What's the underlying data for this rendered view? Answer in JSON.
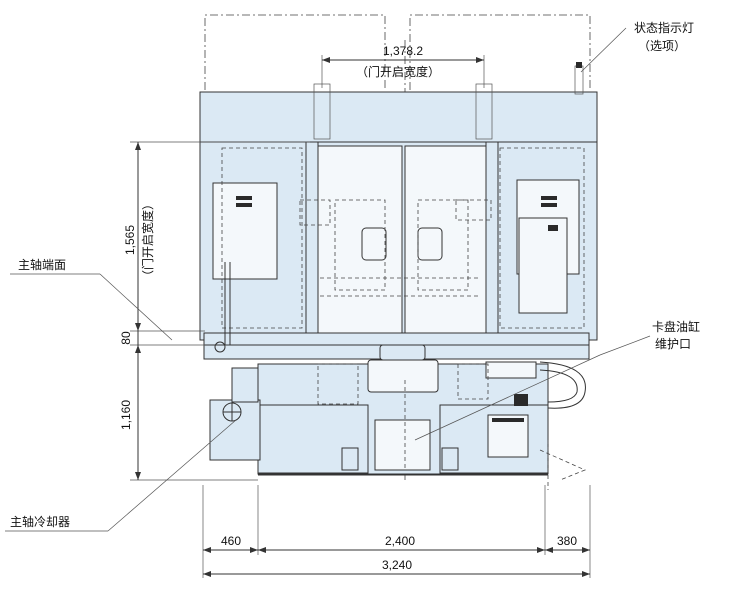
{
  "labels": {
    "status_light": "状态指示灯",
    "status_light_option": "（选项）",
    "door_width_value": "1,378.2",
    "door_width_text": "（门开启宽度）",
    "door_height_value": "1,565",
    "door_height_text": "（门开启宽度）",
    "spindle_face": "主轴端面",
    "chuck_cylinder_line1": "卡盘油缸",
    "chuck_cylinder_line2": "维护口",
    "spindle_cooler": "主轴冷却器",
    "dim_80": "80",
    "dim_1160": "1,160",
    "dim_460": "460",
    "dim_2400": "2,400",
    "dim_380": "380",
    "dim_3240": "3,240"
  }
}
